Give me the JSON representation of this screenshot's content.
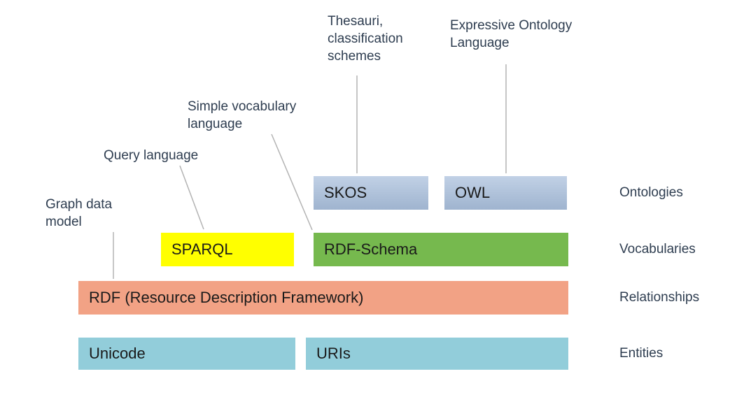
{
  "diagram": {
    "annotations": {
      "graph_data_model": "Graph data\nmodel",
      "query_language": "Query language",
      "simple_vocabulary": "Simple vocabulary\nlanguage",
      "thesauri": "Thesauri,\nclassification\nschemes",
      "expressive_ontology": "Expressive Ontology\nLanguage"
    },
    "boxes": {
      "skos": {
        "label": "SKOS",
        "color": "#a9bfdc"
      },
      "owl": {
        "label": "OWL",
        "color": "#a9bfdc"
      },
      "sparql": {
        "label": "SPARQL",
        "color": "#ffff00"
      },
      "rdf_schema": {
        "label": "RDF-Schema",
        "color": "#76b94e"
      },
      "rdf": {
        "label": "RDF (Resource Description Framework)",
        "color": "#f2a285"
      },
      "unicode": {
        "label": "Unicode",
        "color": "#92cdda"
      },
      "uris": {
        "label": "URIs",
        "color": "#92cdda"
      }
    },
    "layers": {
      "ontologies": "Ontologies",
      "vocabularies": "Vocabularies",
      "relationships": "Relationships",
      "entities": "Entities"
    },
    "colors": {
      "connector_line": "#b3b3b3",
      "annotation_text": "#2e3d50",
      "box_text": "#1a1a1a",
      "background": "#ffffff"
    }
  }
}
